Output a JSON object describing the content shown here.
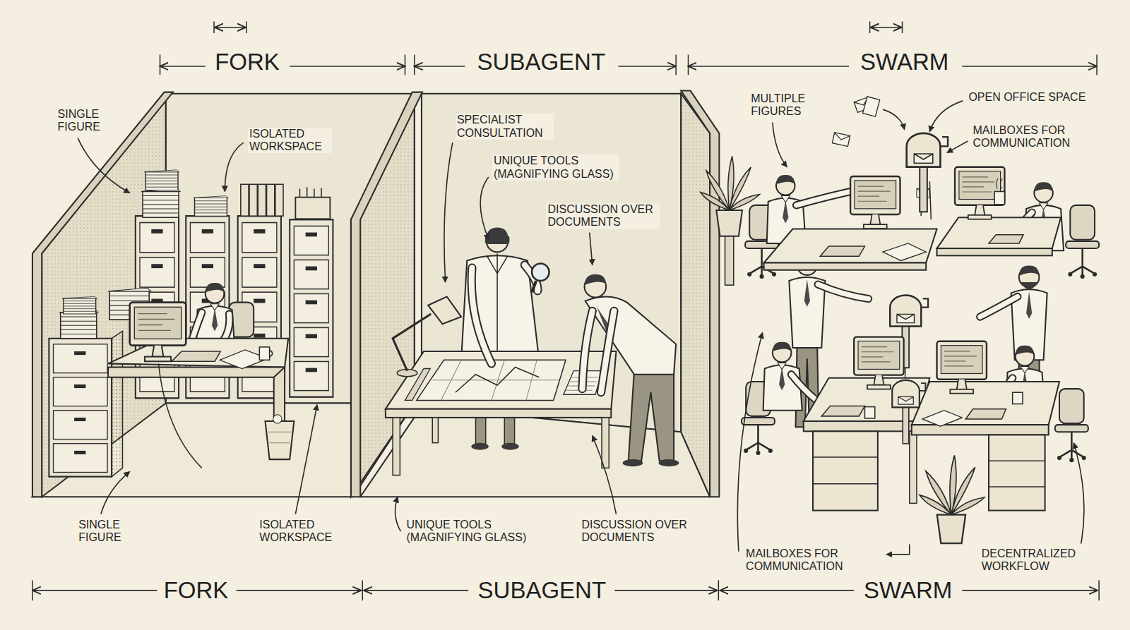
{
  "diagram": {
    "labels": [
      "FORK",
      "SUBAGENT",
      "SWARM",
      "SINGLE FIGURE",
      "ISOLATED WORKSPACE",
      "SPECIALIST CONSULTATION",
      "UNIQUE TOOLS (MAGNIFYING GLASS)",
      "MULTIPLE FIGURES",
      "OPEN OFFICE SPACE",
      "MAILBOXES FOR COMMUNICATION",
      "DISCUSSION OVER DOCUMENTS",
      "SINGLE FIGURE",
      "ISOLATED WORKSPACE",
      "UNIQUE TOOLS (MAGNIFYING GLASS)",
      "DISCUSSION OVER DOCUMENTS",
      "MAILBOXES FOR COMMUNICATION",
      "DECENTRALIZED WORKFLOW",
      "FORK",
      "SUBAGENT",
      "SWARM"
    ]
  }
}
